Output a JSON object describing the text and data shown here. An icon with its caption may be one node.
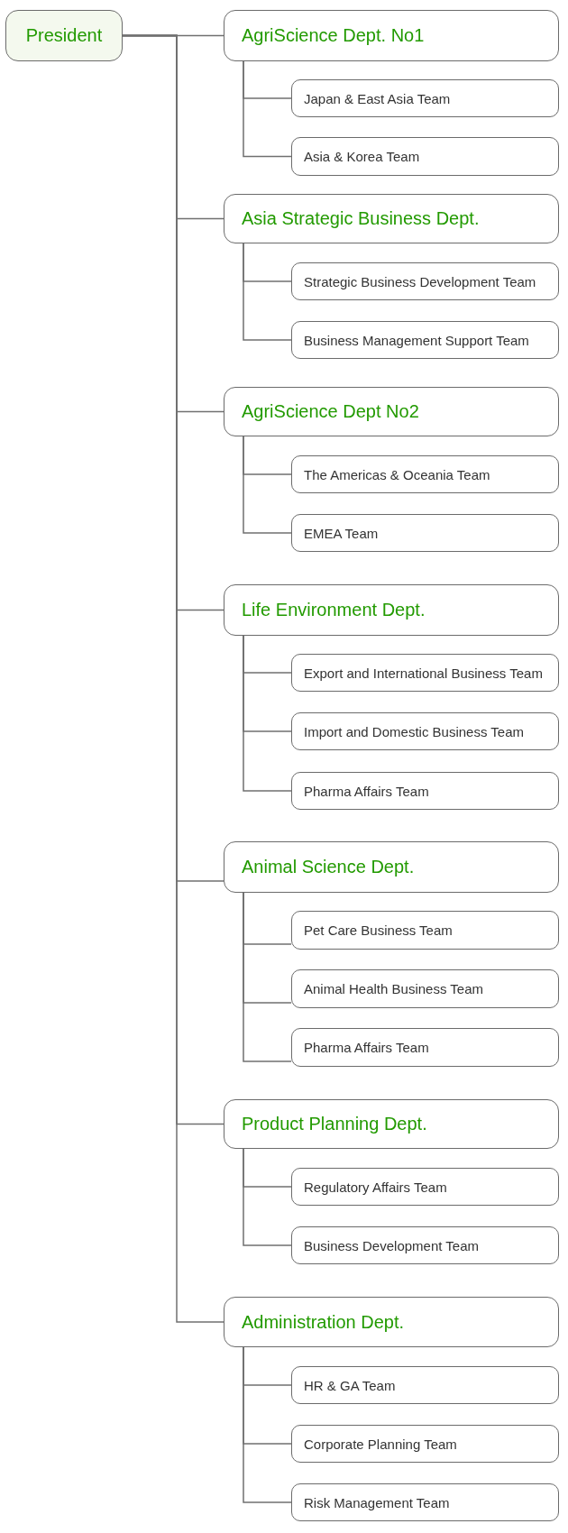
{
  "diagram": {
    "nodes": [
      {
        "text": [
          "President"
        ]
      },
      {
        "text": [
          "AgriScience Dept. No1"
        ]
      },
      {
        "text": [
          "Japan & East Asia Team"
        ]
      },
      {
        "text": [
          "Asia & Korea Team"
        ]
      },
      {
        "text": [
          "Asia Strategic Business Dept."
        ]
      },
      {
        "text": [
          "Strategic Business Development Team"
        ]
      },
      {
        "text": [
          "Business Management Support Team"
        ]
      },
      {
        "text": [
          "AgriScience Dept No2"
        ]
      },
      {
        "text": [
          "The Americas & Oceania Team"
        ]
      },
      {
        "text": [
          "EMEA Team"
        ]
      },
      {
        "text": [
          "Life Environment Dept."
        ]
      },
      {
        "text": [
          "Export and International Business Team"
        ]
      },
      {
        "text": [
          "Import and Domestic Business Team"
        ]
      },
      {
        "text": [
          "Pharma Affairs Team"
        ]
      },
      {
        "text": [
          "Animal Science Dept."
        ]
      },
      {
        "text": [
          "Pet Care Business Team"
        ]
      },
      {
        "text": [
          "Animal Health Business Team"
        ]
      },
      {
        "text": [
          "Pharma Affairs Team"
        ]
      },
      {
        "text": [
          "Product Planning Dept."
        ]
      },
      {
        "text": [
          "Regulatory Affairs Team"
        ]
      },
      {
        "text": [
          "Business Development Team"
        ]
      },
      {
        "text": [
          "Administration Dept."
        ]
      },
      {
        "text": [
          "HR & GA Team"
        ]
      },
      {
        "text": [
          "Corporate Planning Team"
        ]
      },
      {
        "text": [
          "Risk Management Team"
        ]
      }
    ],
    "edges": [
      {
        "from": 0,
        "to": 1,
        "arrow": "none"
      },
      {
        "from": 0,
        "to": 4,
        "arrow": "none"
      },
      {
        "from": 0,
        "to": 7,
        "arrow": "none"
      },
      {
        "from": 0,
        "to": 10,
        "arrow": "none"
      },
      {
        "from": 0,
        "to": 14,
        "arrow": "none"
      },
      {
        "from": 0,
        "to": 18,
        "arrow": "none"
      },
      {
        "from": 0,
        "to": 21,
        "arrow": "none"
      },
      {
        "from": 1,
        "to": 2,
        "arrow": "none"
      },
      {
        "from": 1,
        "to": 3,
        "arrow": "none"
      },
      {
        "from": 4,
        "to": 5,
        "arrow": "none"
      },
      {
        "from": 4,
        "to": 6,
        "arrow": "none"
      },
      {
        "from": 7,
        "to": 8,
        "arrow": "none"
      },
      {
        "from": 7,
        "to": 9,
        "arrow": "none"
      },
      {
        "from": 10,
        "to": 11,
        "arrow": "none"
      },
      {
        "from": 10,
        "to": 12,
        "arrow": "none"
      },
      {
        "from": 10,
        "to": 13,
        "arrow": "none"
      },
      {
        "from": 14,
        "to": 15,
        "arrow": "none"
      },
      {
        "from": 14,
        "to": 16,
        "arrow": "none"
      },
      {
        "from": 14,
        "to": 17,
        "arrow": "none"
      },
      {
        "from": 18,
        "to": 19,
        "arrow": "none"
      },
      {
        "from": 18,
        "to": 20,
        "arrow": "none"
      },
      {
        "from": 21,
        "to": 22,
        "arrow": "none"
      },
      {
        "from": 21,
        "to": 23,
        "arrow": "none"
      },
      {
        "from": 21,
        "to": 24,
        "arrow": "none"
      }
    ]
  }
}
